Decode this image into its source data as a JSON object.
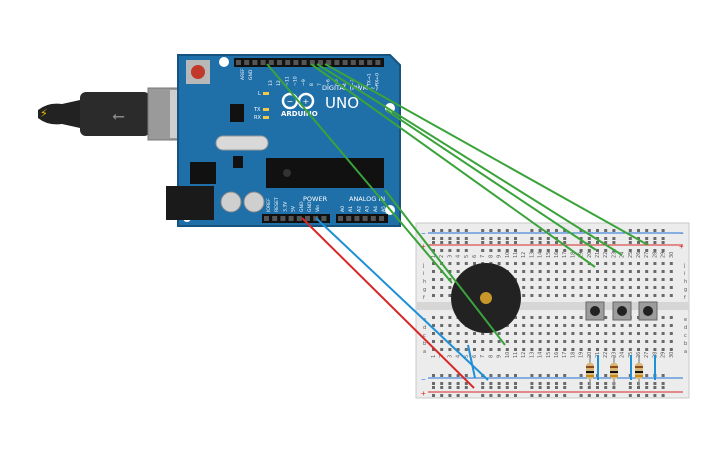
{
  "arduino": {
    "brand": "ARDUINO",
    "model": "UNO",
    "digital_header": "DIGITAL (PWM ~)",
    "power_header": "POWER",
    "analog_header": "ANALOG IN",
    "led_l": "L",
    "led_tx": "TX",
    "led_rx": "RX",
    "aref": "AREF",
    "gnd": "GND",
    "digital_pins": [
      "13",
      "12",
      "~11",
      "~10",
      "~9",
      "8",
      "7",
      "~6",
      "~5",
      "4",
      "~3",
      "2",
      "TX→1",
      "RX←0"
    ],
    "power_pins": [
      "IOREF",
      "RESET",
      "3.3V",
      "5V",
      "GND",
      "GND",
      "Vin"
    ],
    "analog_pins": [
      "A0",
      "A1",
      "A2",
      "A3",
      "A4",
      "A5"
    ]
  },
  "breadboard": {
    "column_numbers": [
      "1",
      "2",
      "3",
      "4",
      "5",
      "6",
      "7",
      "8",
      "9",
      "10",
      "11",
      "12",
      "13",
      "14",
      "15",
      "16",
      "17",
      "18",
      "19",
      "20",
      "21",
      "22",
      "23",
      "24",
      "25",
      "26",
      "27",
      "28",
      "29",
      "30"
    ],
    "row_letters_top": [
      "j",
      "i",
      "h",
      "g",
      "f"
    ],
    "row_letters_bottom": [
      "e",
      "d",
      "c",
      "b",
      "a"
    ],
    "rail_minus": "−",
    "rail_plus": "+"
  },
  "colors": {
    "board": "#1f6fa8",
    "board_edge": "#16547f",
    "wire_red": "#d62828",
    "wire_blue": "#1f8fd6",
    "wire_green": "#3aa33a",
    "breadboard": "#ececec",
    "buzzer": "#222222",
    "buzzer_center": "#c9962a"
  },
  "icons": {
    "usb_cable": "usb-cable-icon",
    "reset_button": "reset-button-icon",
    "buzzer": "piezo-buzzer-icon",
    "pushbutton": "pushbutton-icon",
    "resistor": "resistor-icon"
  }
}
